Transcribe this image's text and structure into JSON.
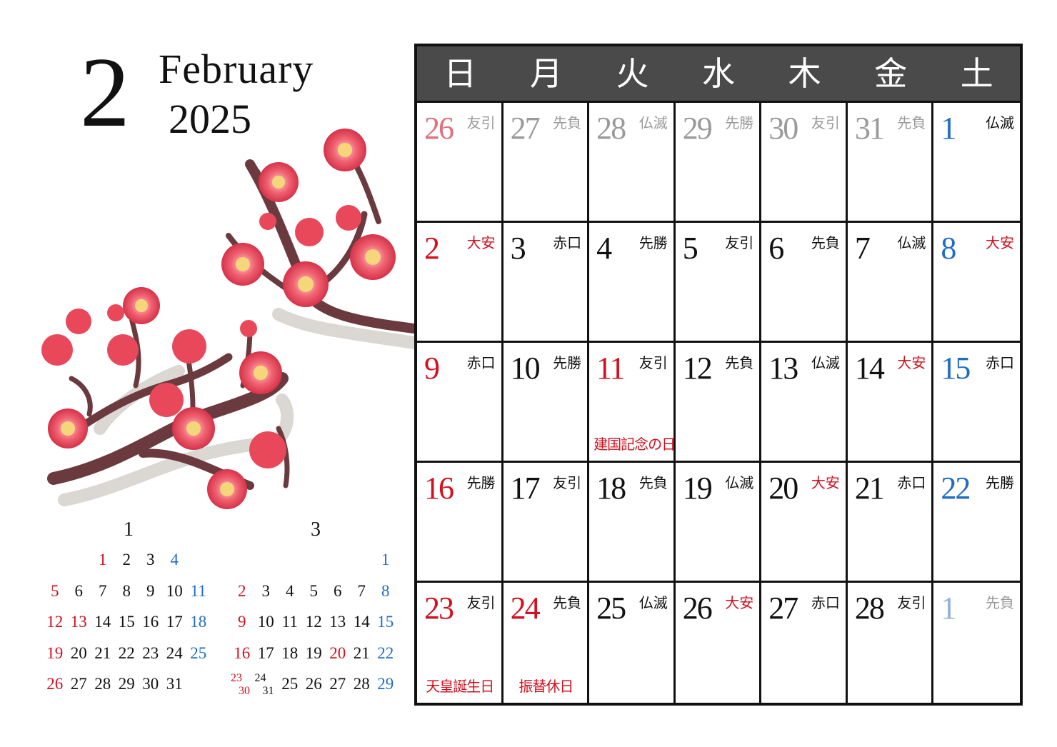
{
  "header": {
    "month_number": "2",
    "month_name": "February",
    "year": "2025"
  },
  "weekdays": [
    "日",
    "月",
    "火",
    "水",
    "木",
    "金",
    "土"
  ],
  "days": [
    {
      "n": "26",
      "r": "友引",
      "style": "prev_sun"
    },
    {
      "n": "27",
      "r": "先負",
      "style": "prev"
    },
    {
      "n": "28",
      "r": "仏滅",
      "style": "prev"
    },
    {
      "n": "29",
      "r": "先勝",
      "style": "prev"
    },
    {
      "n": "30",
      "r": "友引",
      "style": "prev"
    },
    {
      "n": "31",
      "r": "先負",
      "style": "prev"
    },
    {
      "n": "1",
      "r": "仏滅",
      "style": "sat"
    },
    {
      "n": "2",
      "r": "大安",
      "style": "sun",
      "rred": true
    },
    {
      "n": "3",
      "r": "赤口",
      "style": "normal"
    },
    {
      "n": "4",
      "r": "先勝",
      "style": "normal"
    },
    {
      "n": "5",
      "r": "友引",
      "style": "normal"
    },
    {
      "n": "6",
      "r": "先負",
      "style": "normal"
    },
    {
      "n": "7",
      "r": "仏滅",
      "style": "normal"
    },
    {
      "n": "8",
      "r": "大安",
      "style": "sat",
      "rred": true
    },
    {
      "n": "9",
      "r": "赤口",
      "style": "sun"
    },
    {
      "n": "10",
      "r": "先勝",
      "style": "normal"
    },
    {
      "n": "11",
      "r": "友引",
      "style": "holiday",
      "holiday": "建国記念の日"
    },
    {
      "n": "12",
      "r": "先負",
      "style": "normal"
    },
    {
      "n": "13",
      "r": "仏滅",
      "style": "normal"
    },
    {
      "n": "14",
      "r": "大安",
      "style": "normal",
      "rred": true
    },
    {
      "n": "15",
      "r": "赤口",
      "style": "sat"
    },
    {
      "n": "16",
      "r": "先勝",
      "style": "sun"
    },
    {
      "n": "17",
      "r": "友引",
      "style": "normal"
    },
    {
      "n": "18",
      "r": "先負",
      "style": "normal"
    },
    {
      "n": "19",
      "r": "仏滅",
      "style": "normal"
    },
    {
      "n": "20",
      "r": "大安",
      "style": "normal",
      "rred": true
    },
    {
      "n": "21",
      "r": "赤口",
      "style": "normal"
    },
    {
      "n": "22",
      "r": "先勝",
      "style": "sat"
    },
    {
      "n": "23",
      "r": "友引",
      "style": "sun",
      "holiday": "天皇誕生日"
    },
    {
      "n": "24",
      "r": "先負",
      "style": "holiday",
      "holiday": "振替休日"
    },
    {
      "n": "25",
      "r": "仏滅",
      "style": "normal"
    },
    {
      "n": "26",
      "r": "大安",
      "style": "normal",
      "rred": true
    },
    {
      "n": "27",
      "r": "赤口",
      "style": "normal"
    },
    {
      "n": "28",
      "r": "友引",
      "style": "normal"
    },
    {
      "n": "1",
      "r": "先負",
      "style": "next_sat"
    }
  ],
  "mini_calendars": {
    "jan": {
      "title": "1",
      "cells": [
        {
          "t": ""
        },
        {
          "t": ""
        },
        {
          "t": "1",
          "c": "hol"
        },
        {
          "t": "2"
        },
        {
          "t": "3"
        },
        {
          "t": "4",
          "c": "sat"
        },
        {
          "t": ""
        },
        {
          "t": "5",
          "c": "sun"
        },
        {
          "t": "6"
        },
        {
          "t": "7"
        },
        {
          "t": "8"
        },
        {
          "t": "9"
        },
        {
          "t": "10"
        },
        {
          "t": "11",
          "c": "sat"
        },
        {
          "t": "12",
          "c": "sun"
        },
        {
          "t": "13",
          "c": "hol"
        },
        {
          "t": "14"
        },
        {
          "t": "15"
        },
        {
          "t": "16"
        },
        {
          "t": "17"
        },
        {
          "t": "18",
          "c": "sat"
        },
        {
          "t": "19",
          "c": "sun"
        },
        {
          "t": "20"
        },
        {
          "t": "21"
        },
        {
          "t": "22"
        },
        {
          "t": "23"
        },
        {
          "t": "24"
        },
        {
          "t": "25",
          "c": "sat"
        },
        {
          "t": "26",
          "c": "sun"
        },
        {
          "t": "27"
        },
        {
          "t": "28"
        },
        {
          "t": "29"
        },
        {
          "t": "30"
        },
        {
          "t": "31"
        },
        {
          "t": ""
        }
      ]
    },
    "mar": {
      "title": "3",
      "cells": [
        {
          "t": ""
        },
        {
          "t": ""
        },
        {
          "t": ""
        },
        {
          "t": ""
        },
        {
          "t": ""
        },
        {
          "t": ""
        },
        {
          "t": "1",
          "c": "sat"
        },
        {
          "t": "2",
          "c": "sun"
        },
        {
          "t": "3"
        },
        {
          "t": "4"
        },
        {
          "t": "5"
        },
        {
          "t": "6"
        },
        {
          "t": "7"
        },
        {
          "t": "8",
          "c": "sat"
        },
        {
          "t": "9",
          "c": "sun"
        },
        {
          "t": "10"
        },
        {
          "t": "11"
        },
        {
          "t": "12"
        },
        {
          "t": "13"
        },
        {
          "t": "14"
        },
        {
          "t": "15",
          "c": "sat"
        },
        {
          "t": "16",
          "c": "sun"
        },
        {
          "t": "17"
        },
        {
          "t": "18"
        },
        {
          "t": "19"
        },
        {
          "t": "20",
          "c": "hol"
        },
        {
          "t": "21"
        },
        {
          "t": "22",
          "c": "sat"
        },
        {
          "pair": [
            "23",
            "30"
          ],
          "c": "sun"
        },
        {
          "pair": [
            "24",
            "31"
          ]
        },
        {
          "t": "25"
        },
        {
          "t": "26"
        },
        {
          "t": "27"
        },
        {
          "t": "28"
        },
        {
          "t": "29",
          "c": "sat"
        }
      ]
    }
  },
  "colors": {
    "sunday_holiday": "#d40f1e",
    "saturday": "#1f6cc4",
    "header_bg": "#4a4a4a",
    "blossom": "#e8485a",
    "branch": "#6b3a3e"
  }
}
